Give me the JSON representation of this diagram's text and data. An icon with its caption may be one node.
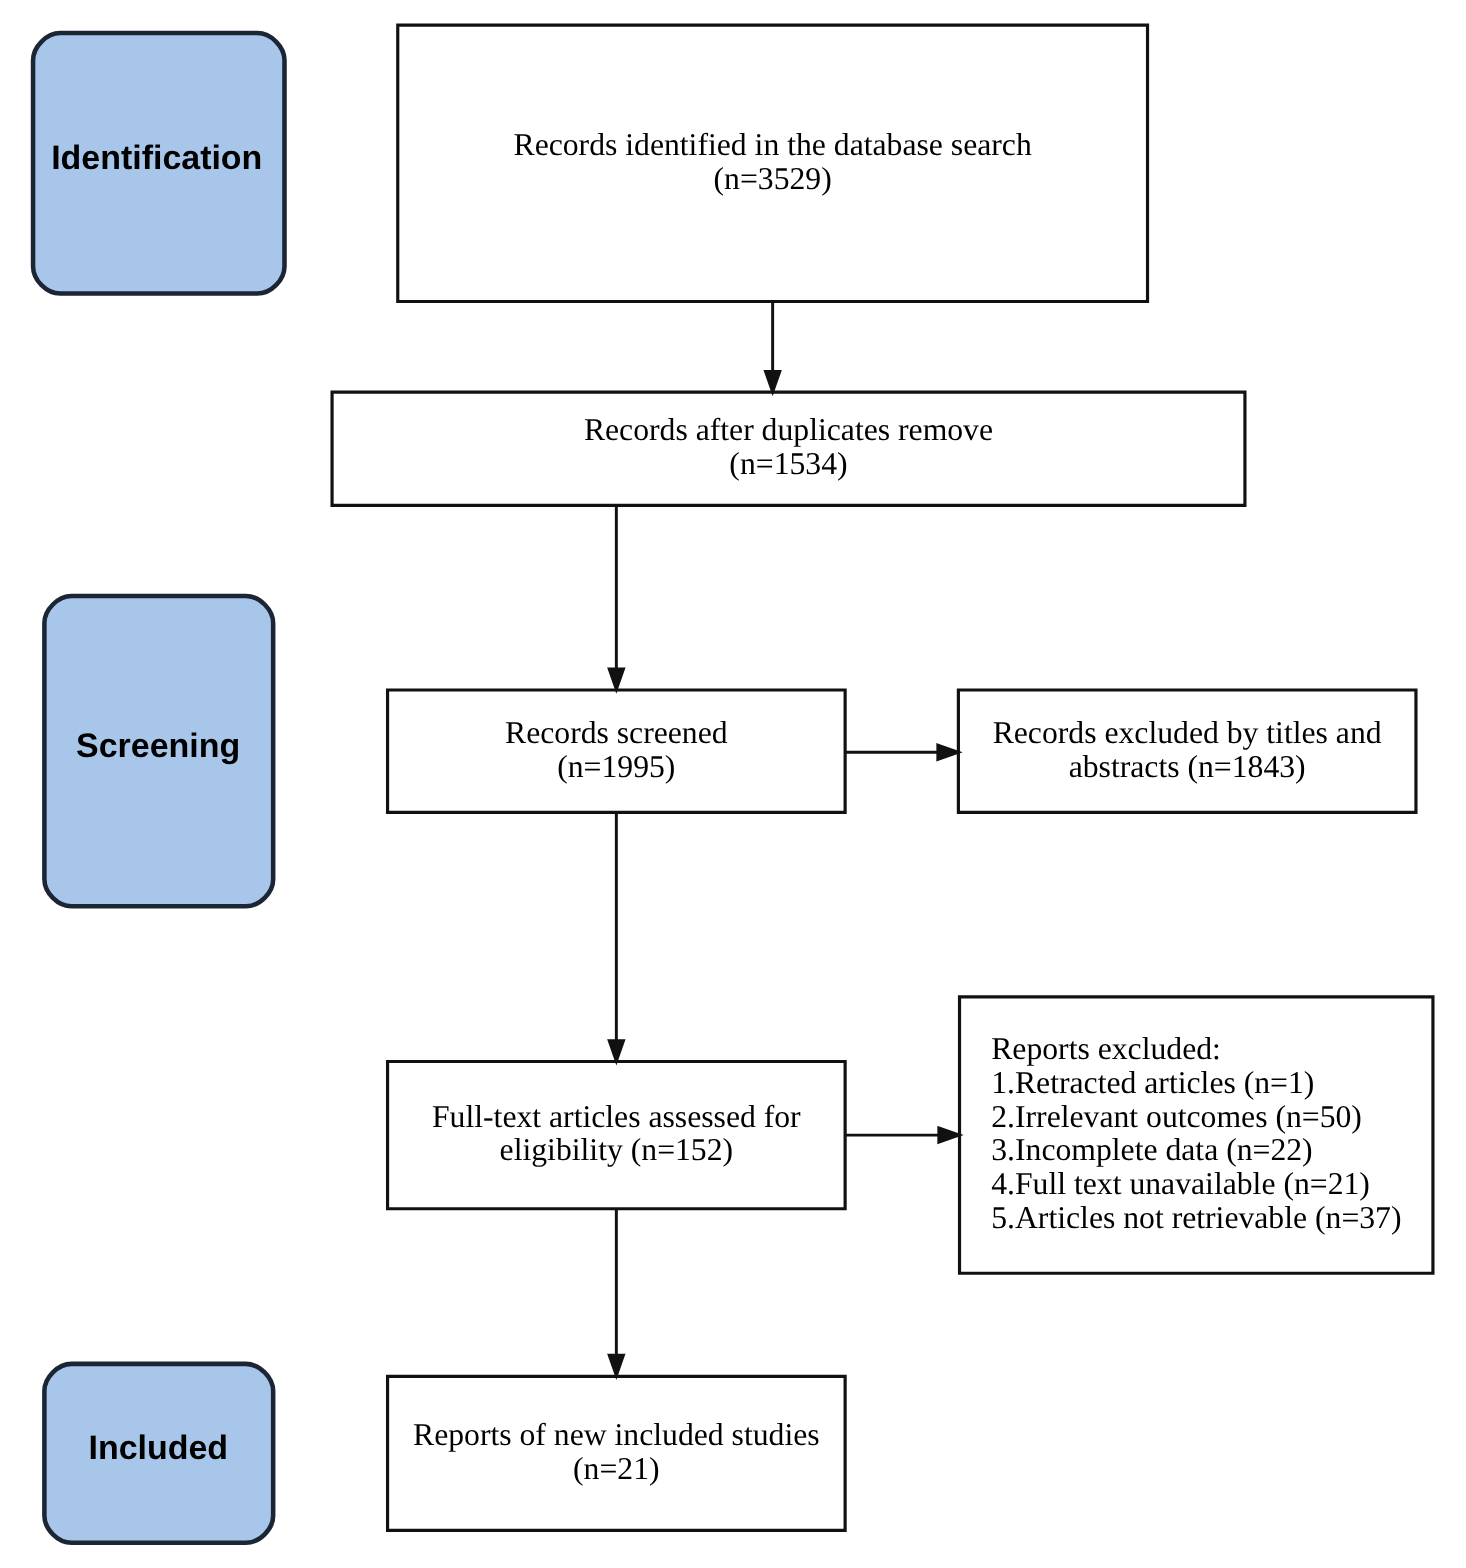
{
  "diagram": {
    "nodes": [
      {
        "text": [
          "Identification"
        ]
      },
      {
        "text": [
          "Records identified in the database search (n=3529)"
        ]
      },
      {
        "text": [
          "Screening"
        ]
      },
      {
        "text": [
          "Records after duplicates remove (n=1534)"
        ]
      },
      {
        "text": [
          "Records screened (n=1995)"
        ]
      },
      {
        "text": [
          "Records excluded by titles and abstracts (n=1843)"
        ]
      },
      {
        "text": [
          "Full-text articles assessed for eligibility (n=152)"
        ]
      },
      {
        "text": [
          "Reports excluded:",
          "1.Retracted articles (n=1)",
          "2.Irrelevant outcomes (n=50)",
          "3.Incomplete data (n=22)",
          "4.Full text unavailable (n=21)",
          "5.Articles not retrievable (n=37)"
        ]
      },
      {
        "text": [
          "Included"
        ]
      },
      {
        "text": [
          "Reports of new included studies (n=21)"
        ]
      }
    ],
    "edges": [
      {
        "from": 1,
        "to": 3,
        "arrow": "to"
      },
      {
        "from": 3,
        "to": 4,
        "arrow": "to"
      },
      {
        "from": 4,
        "to": 5,
        "arrow": "to"
      },
      {
        "from": 4,
        "to": 6,
        "arrow": "to"
      },
      {
        "from": 6,
        "to": 7,
        "arrow": "to"
      },
      {
        "from": 6,
        "to": 9,
        "arrow": "to"
      }
    ]
  }
}
